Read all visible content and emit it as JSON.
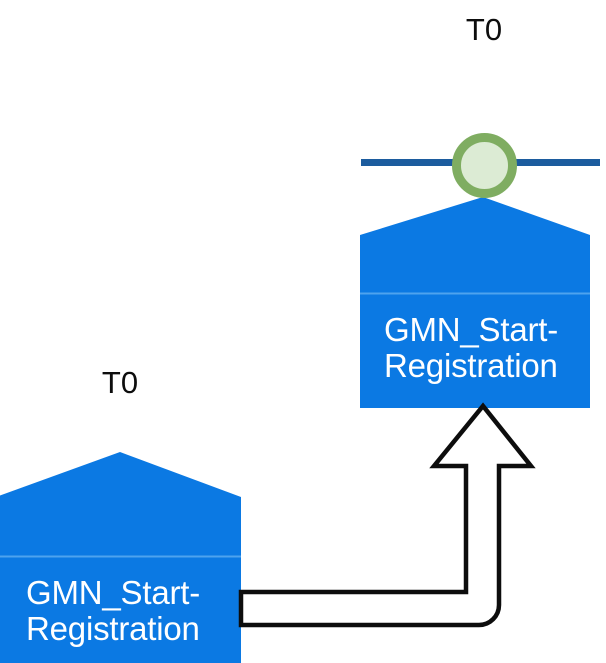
{
  "diagram": {
    "type": "process-flow",
    "background_color": "#ffffff",
    "palette": {
      "node_fill": "#0b79e3",
      "node_divider": "#4ea3ee",
      "node_text": "#ffffff",
      "timeline_line": "#1c5c9e",
      "marker_ring": "#7fad61",
      "marker_fill": "#dcebd4",
      "arrow_stroke": "#0d0d0d",
      "arrow_fill": "#ffffff",
      "label_text": "#0d0d0d"
    },
    "nodes": [
      {
        "id": "target-node",
        "name": "GMN_Start-Registration",
        "label": "GMN_Start-\nRegistration",
        "time_label": "T0",
        "shape": "pentagon-home",
        "position": "upper-right"
      },
      {
        "id": "source-node",
        "name": "GMN_Start-Registration",
        "label": "GMN_Start-\nRegistration",
        "time_label": "T0",
        "shape": "pentagon-home",
        "position": "lower-left"
      }
    ],
    "timeline": {
      "id": "timeline-axis",
      "marker_label": "T0",
      "marker_shape": "circle"
    },
    "connector": {
      "id": "flow-arrow",
      "style": "block-arrow-outline",
      "direction": "up",
      "from": "source-node",
      "to": "target-node"
    }
  }
}
